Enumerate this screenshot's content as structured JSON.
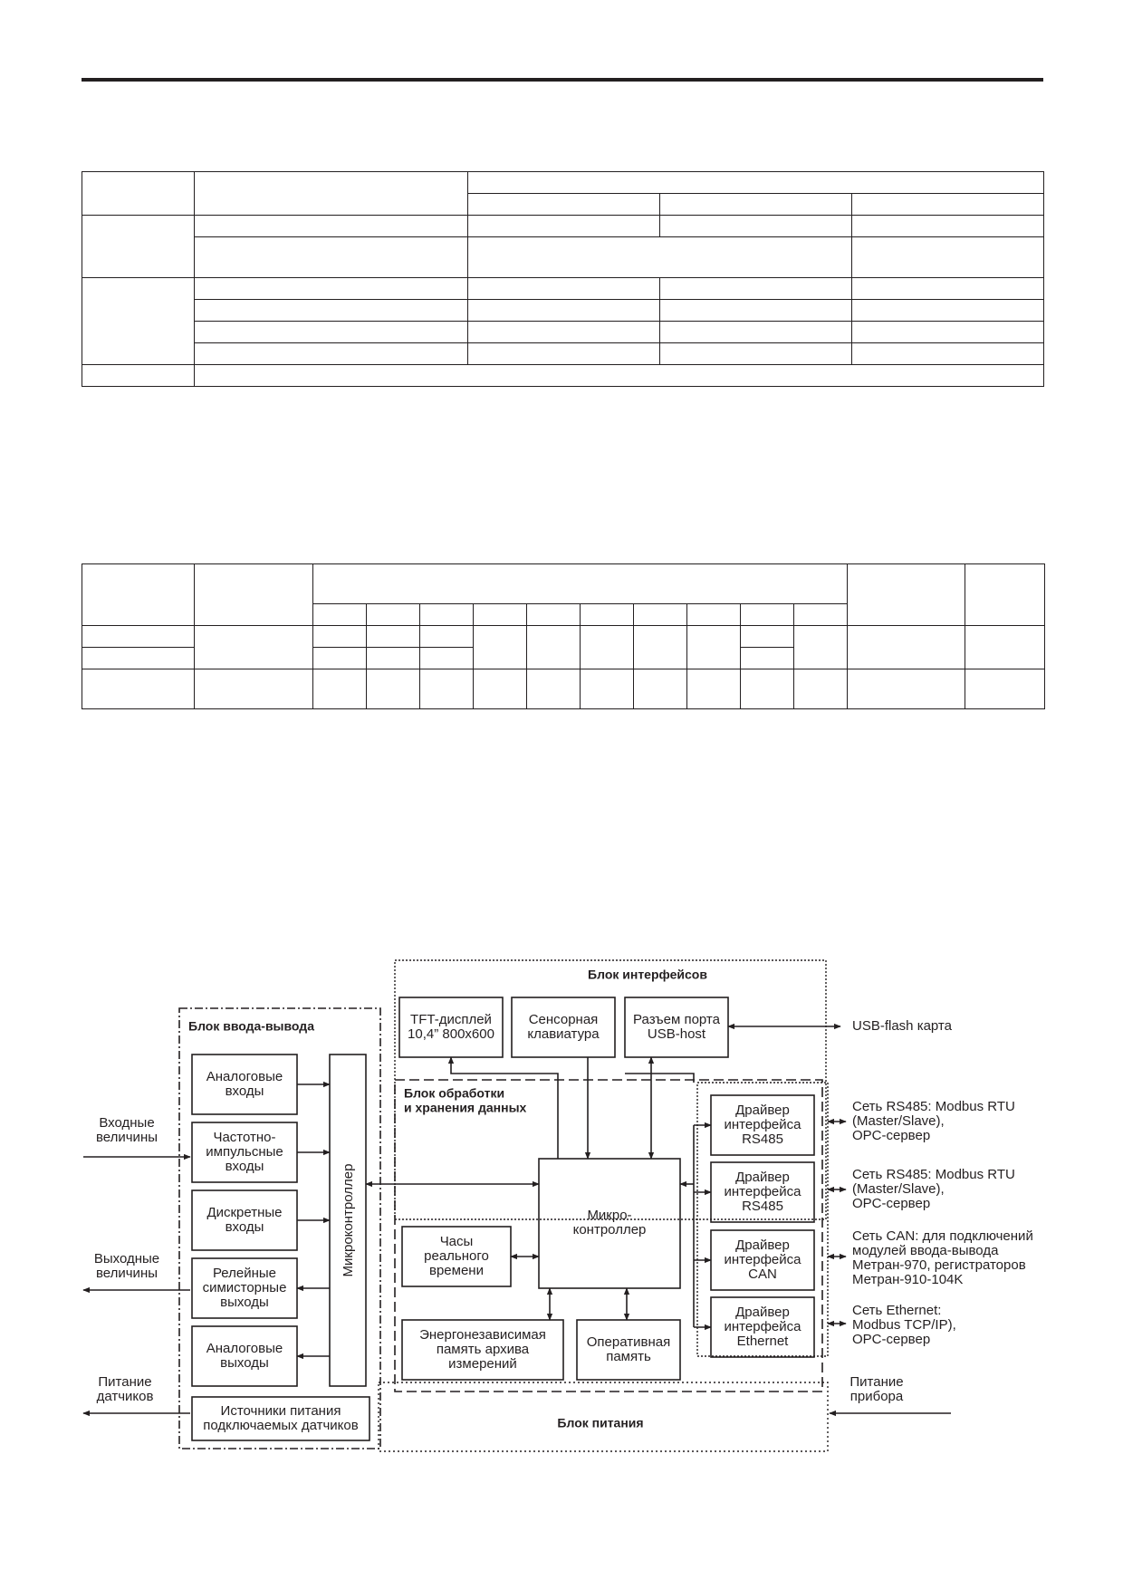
{
  "diagram": {
    "io_block_title": "Блок ввода-вывода",
    "interface_block_title": "Блок интерфейсов",
    "processing_block_title": [
      "Блок обработки",
      "и хранения данных"
    ],
    "power_block_title": "Блок питания",
    "io_modules": [
      [
        "Аналоговые",
        "входы"
      ],
      [
        "Частотно-",
        "импульсные",
        "входы"
      ],
      [
        "Дискретные",
        "входы"
      ],
      [
        "Релейные",
        "симисторные",
        "выходы"
      ],
      [
        "Аналоговые",
        "выходы"
      ]
    ],
    "sensor_power": [
      "Источники питания",
      "подключаемых датчиков"
    ],
    "io_microcontroller": "Микроконтроллер",
    "display": [
      "TFT-дисплей",
      "10,4”  800x600"
    ],
    "keyboard": [
      "Сенсорная",
      "клавиатура"
    ],
    "usb_port": [
      "Разъем порта",
      "USB-host"
    ],
    "main_microcontroller": [
      "Микро-",
      "контроллер"
    ],
    "rtc": [
      "Часы",
      "реального",
      "времени"
    ],
    "nonvolatile_memory": [
      "Энергонезависимая",
      "память архива",
      "измерений"
    ],
    "ram": [
      "Оперативная",
      "память"
    ],
    "drivers": [
      [
        "Драйвер",
        "интерфейса",
        "RS485"
      ],
      [
        "Драйвер",
        "интерфейса",
        "RS485"
      ],
      [
        "Драйвер",
        "интерфейса",
        "CAN"
      ],
      [
        "Драйвер",
        "интерфейса",
        "Ethernet"
      ]
    ],
    "left_labels": {
      "inputs": [
        "Входные",
        "величины"
      ],
      "outputs": [
        "Выходные",
        "величины"
      ],
      "sensor_power": [
        "Питание",
        "датчиков"
      ]
    },
    "right_labels": {
      "usb": [
        "USB-flash карта"
      ],
      "rs485_1": [
        "Сеть RS485: Modbus RTU",
        "(Master/Slave),",
        "OPC-сервер"
      ],
      "rs485_2": [
        "Сеть RS485: Modbus RTU",
        "(Master/Slave),",
        "OPC-сервер"
      ],
      "can": [
        "Сеть CAN: для подключений",
        "модулей ввода-вывода",
        "Метран-970, регистраторов",
        "Метран-910-104K"
      ],
      "ethernet": [
        "Сеть Ethernet:",
        "Modbus TCP/IP),",
        "OPC-сервер"
      ],
      "device_power": [
        "Питание",
        "прибора"
      ]
    }
  }
}
